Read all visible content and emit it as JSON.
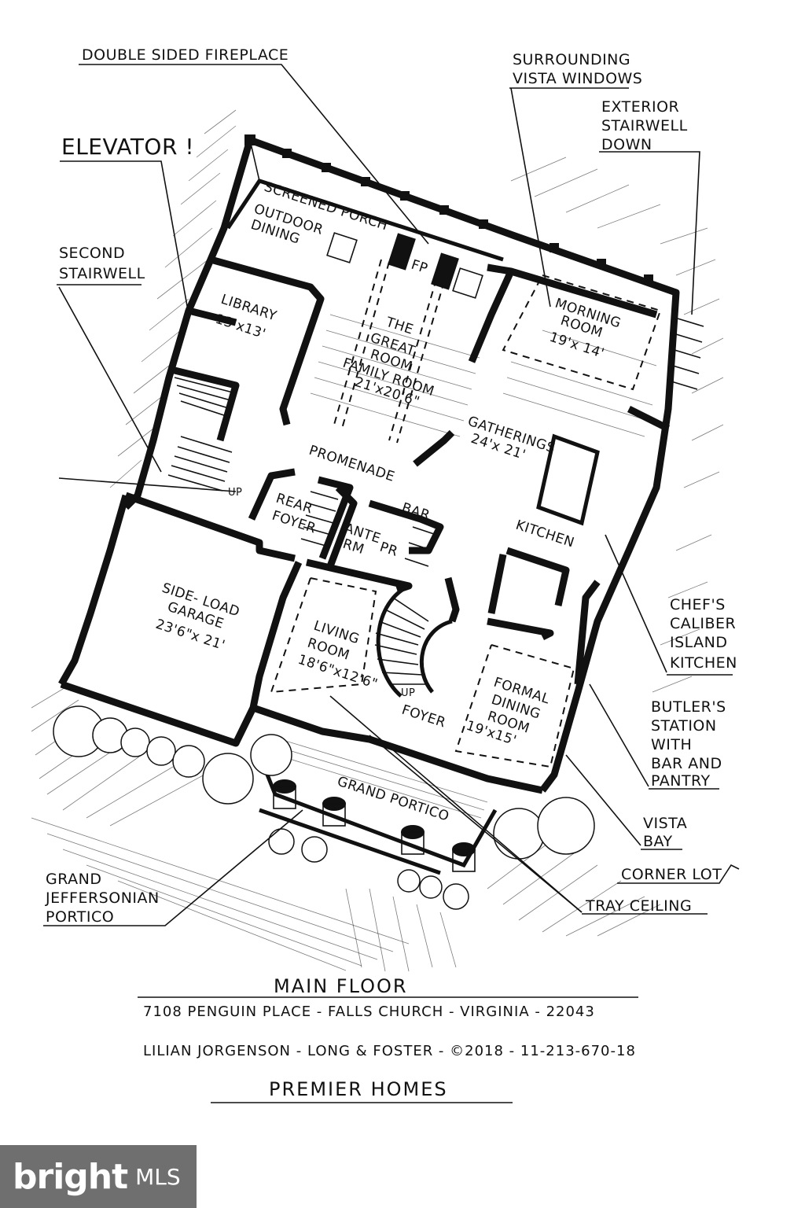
{
  "callouts": {
    "double_sided_fireplace": "DOUBLE SIDED FIREPLACE",
    "surrounding_vista_windows_1": "SURROUNDING",
    "surrounding_vista_windows_2": "VISTA WINDOWS",
    "exterior_stairwell_1": "EXTERIOR",
    "exterior_stairwell_2": "STAIRWELL",
    "exterior_stairwell_3": "DOWN",
    "elevator": "ELEVATOR !",
    "second_stairwell_1": "SECOND",
    "second_stairwell_2": "STAIRWELL",
    "chefs_1": "CHEF'S",
    "chefs_2": "CALIBER",
    "chefs_3": "ISLAND",
    "chefs_4": "KITCHEN",
    "butlers_1": "BUTLER'S",
    "butlers_2": "STATION",
    "butlers_3": "WITH",
    "butlers_4": "BAR AND",
    "butlers_5": "PANTRY",
    "vista_bay_1": "VISTA",
    "vista_bay_2": "BAY",
    "corner_lot": "CORNER LOT",
    "tray_ceiling": "TRAY CEILING",
    "jefferson_1": "GRAND",
    "jefferson_2": "JEFFERSONIAN",
    "jefferson_3": "PORTICO"
  },
  "rooms": {
    "screened_porch": "SCREENED PORCH",
    "outdoor_dining_1": "OUTDOOR",
    "outdoor_dining_2": "DINING",
    "library": "LIBRARY",
    "library_dim": "13'x13'",
    "great_room_1": "THE",
    "great_room_2": "GREAT",
    "great_room_3": "ROOM",
    "family_room": "FAMILY ROOM",
    "family_room_dim": "21'x20'6\"",
    "fp": "FP",
    "morning_room_1": "MORNING",
    "morning_room_2": "ROOM",
    "morning_room_dim": "19'x 14'",
    "gatherings": "GATHERINGS",
    "gatherings_dim": "24'x 21'",
    "promenade": "PROMENADE",
    "rear_foyer_1": "REAR",
    "rear_foyer_2": "FOYER",
    "bar": "BAR",
    "ante_rm_1": "ANTE",
    "ante_rm_2": "RM",
    "pr": "PR",
    "kitchen": "KITCHEN",
    "up_1": "UP",
    "up_2": "UP",
    "garage_1": "SIDE- LOAD",
    "garage_2": "GARAGE",
    "garage_dim": "23'6\"x 21'",
    "living_1": "LIVING",
    "living_2": "ROOM",
    "living_dim": "18'6\"x12'6\"",
    "foyer": "FOYER",
    "formal_1": "FORMAL",
    "formal_2": "DINING",
    "formal_3": "ROOM",
    "formal_dim": "19'x15'",
    "grand_portico": "GRAND PORTICO"
  },
  "footer": {
    "main_floor": "MAIN FLOOR",
    "address": "7108 PENGUIN PLACE - FALLS CHURCH - VIRGINIA - 22043",
    "agent": "LILIAN JORGENSON - LONG & FOSTER - ©2018 - 11-213-670-18",
    "brand": "PREMIER HOMES"
  },
  "logo": {
    "text": "bright",
    "mls": "MLS",
    "accent_color": "#e8431f"
  }
}
